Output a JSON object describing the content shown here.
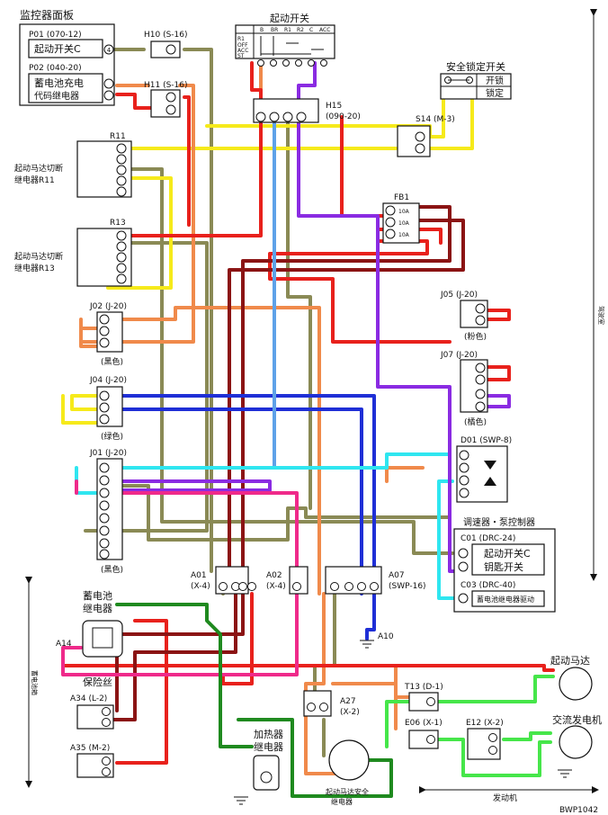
{
  "colors": {
    "red": "#e8211c",
    "darkred": "#8b1414",
    "yellow": "#f6ea1b",
    "olive": "#8a8a55",
    "orange": "#f08a4b",
    "blue": "#1f2fd6",
    "lightblue": "#5ea2e8",
    "cyan": "#2fe6f0",
    "purple": "#8a2be2",
    "green": "#1f8a1f",
    "lime": "#46e64a",
    "pink": "#ef2a8a",
    "gray": "#9a9a9a"
  },
  "labels": {
    "monitor_panel": "监控器面板",
    "p01": "P01 (070-12)",
    "p01_label": "起动开关C",
    "p01_pin": "4",
    "p02": "P02 (040-20)",
    "p02_line1": "蓄电池充电",
    "p02_line2": "代码继电器",
    "h10": "H10 (S-16)",
    "h11": "H11 (S-16)",
    "start_switch": "起动开关",
    "sw_pos_r1": "R1",
    "sw_pos_off": "OFF",
    "sw_pos_acc": "ACC",
    "sw_pos_st": "ST",
    "sw_col_b": "B",
    "sw_col_br": "BR",
    "sw_col_r1": "R1",
    "sw_col_r2": "R2",
    "sw_col_c": "C",
    "sw_col_acc": "ACC",
    "safety_lock": "安全锁定开关",
    "unlock": "开锁",
    "lock": "锁定",
    "h15": "H15",
    "h15_type": "(090-20)",
    "s14": "S14 (M-3)",
    "r11": "R11",
    "r11_desc1": "起动马达切断",
    "r11_desc2": "继电器R11",
    "r13": "R13",
    "r13_desc1": "起动马达切断",
    "r13_desc2": "继电器R13",
    "fb1": "FB1",
    "fuse_10a": "10A",
    "j02": "J02 (J-20)",
    "j02_color": "(黑色)",
    "j04": "J04 (J-20)",
    "j04_color": "(绿色)",
    "j01": "J01 (J-20)",
    "j01_color": "(黑色)",
    "j05": "J05 (J-20)",
    "j05_color": "(粉色)",
    "j07": "J07 (J-20)",
    "j07_color": "(橘色)",
    "d01": "D01 (SWP-8)",
    "controller": "调速器・泵控制器",
    "c01": "C01 (DRC-24)",
    "c01_line1": "起动开关C",
    "c01_line2": "钥匙开关",
    "c03": "C03 (DRC-40)",
    "c03_label": "蓄电池继电器驱动",
    "a01": "A01",
    "a01_type": "(X-4)",
    "a02": "A02",
    "a02_type": "(X-4)",
    "a07": "A07",
    "a07_type": "(SWP-16)",
    "a10": "A10",
    "battery_relay": "蓄电池",
    "battery_relay2": "继电器",
    "a14": "A14",
    "fuse": "保险丝",
    "a34": "A34 (L-2)",
    "a35": "A35 (M-2)",
    "heater_relay1": "加热器",
    "heater_relay2": "继电器",
    "a27": "A27",
    "a27_type": "(X-2)",
    "a27_desc1": "起动马达安全",
    "a27_desc2": "继电器",
    "t13": "T13 (D-1)",
    "e06": "E06 (X-1)",
    "e12": "E12 (X-2)",
    "starter": "起动马达",
    "alternator": "交流发电机",
    "cab_frame": "驾驶室",
    "battery_box": "蓄电池箱",
    "engine": "发动机",
    "drawing_no": "BWP1042"
  }
}
